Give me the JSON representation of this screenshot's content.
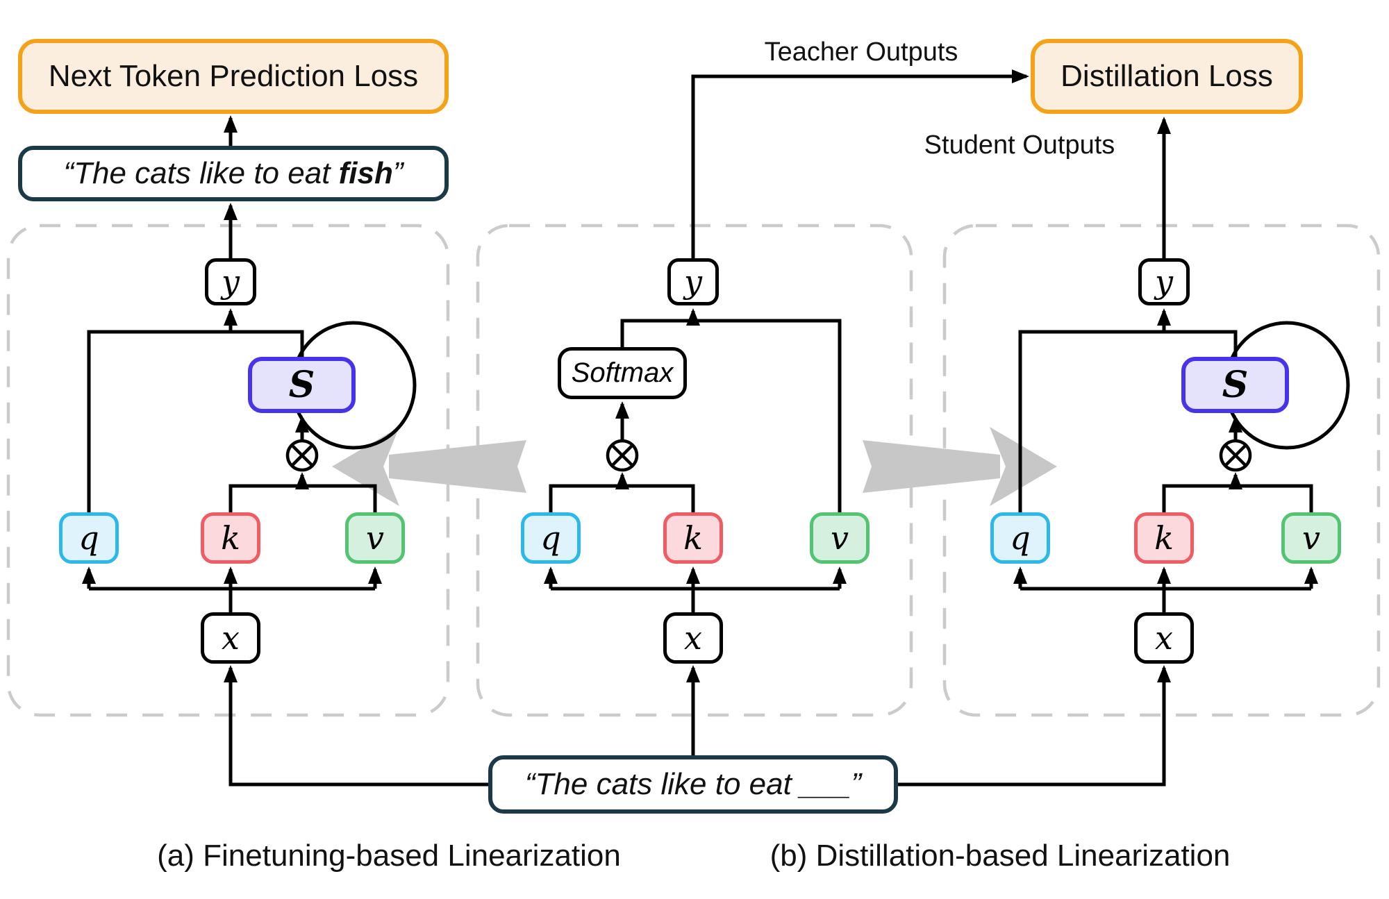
{
  "header": {
    "next_token_loss_label": "Next Token Prediction Loss",
    "distillation_loss_label": "Distillation Loss",
    "teacher_outputs_label": "Teacher Outputs",
    "student_outputs_label": "Student Outputs",
    "target_sentence": {
      "prefix": "“The cats like to eat ",
      "highlight": "fish",
      "suffix": "”"
    }
  },
  "input": {
    "sentence": "“The cats like to eat ___”"
  },
  "nodes": {
    "q": "q",
    "k": "k",
    "v": "v",
    "x": "x",
    "y": "y",
    "state": "S",
    "softmax": "Softmax",
    "otimes_icon": "⊗"
  },
  "captions": {
    "a": "(a) Finetuning-based Linearization",
    "b": "(b) Distillation-based Linearization"
  },
  "colors": {
    "loss_box_border": "#F5A21B",
    "loss_box_fill": "#FCEEDF",
    "sentence_box_border": "#1C3947",
    "q_border": "#2CB8E8",
    "q_fill": "#DFF3FC",
    "k_border": "#F05C63",
    "k_fill": "#FBD9DC",
    "v_border": "#53C472",
    "v_fill": "#D5F0DE",
    "state_border": "#4733EA",
    "state_fill": "#E5E2FB",
    "panel_dash": "#CBCBCB",
    "transfer_arrow": "#C7C7C7",
    "line": "#000000"
  }
}
